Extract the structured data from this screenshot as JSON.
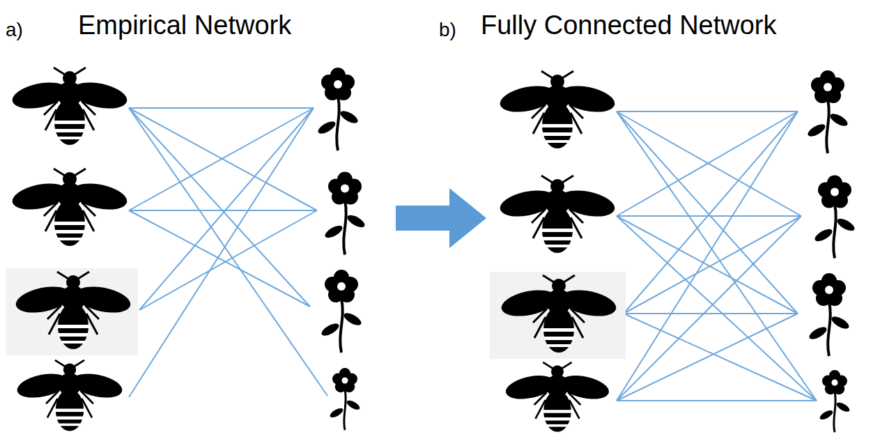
{
  "diagram": {
    "labels": [
      "a)",
      "Empirical Network",
      "b)",
      "Fully Connected Network"
    ]
  }
}
